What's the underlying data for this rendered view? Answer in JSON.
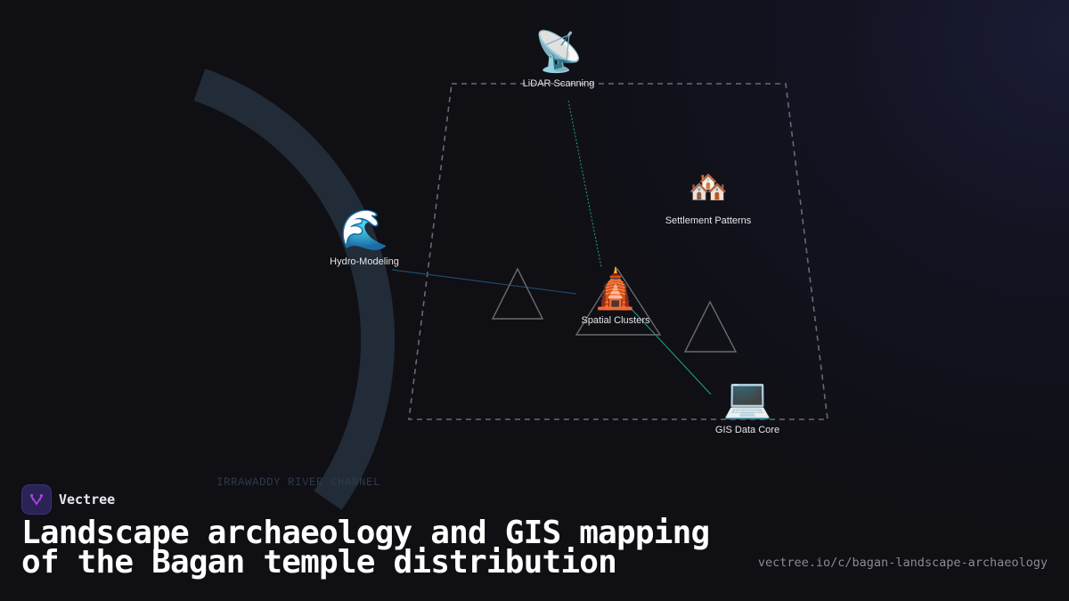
{
  "diagram": {
    "nodes": [
      {
        "id": "lidar",
        "label": "LiDAR Scanning",
        "icon": "satellite-antenna-icon",
        "glyph": "📡"
      },
      {
        "id": "settlement",
        "label": "Settlement Patterns",
        "icon": "houses-icon",
        "glyph": "🏘️"
      },
      {
        "id": "hydro",
        "label": "Hydro-Modeling",
        "icon": "water-wave-icon",
        "glyph": "🌊"
      },
      {
        "id": "spatial",
        "label": "Spatial Clusters",
        "icon": "temple-icon",
        "glyph": "🛕"
      },
      {
        "id": "gis",
        "label": "GIS Data Core",
        "icon": "laptop-icon",
        "glyph": "💻"
      }
    ],
    "edges": [
      {
        "from": "lidar",
        "to": "spatial",
        "style": "dotted",
        "color": "#1fa58a"
      },
      {
        "from": "hydro",
        "to": "spatial",
        "style": "solid",
        "color": "#1e4a6a"
      },
      {
        "from": "spatial",
        "to": "gis",
        "style": "solid",
        "color": "#1fa58a"
      }
    ],
    "river_label": "IRRAWADDY RIVER CHANNEL",
    "colors": {
      "background": "#0f0f14",
      "river": "#222c38",
      "boundary": "#6a6a72",
      "triangle": "#6a6a6e",
      "accent_teal": "#1fa58a"
    }
  },
  "footer": {
    "brand": "Vectree",
    "title_line1": "Landscape archaeology and GIS mapping",
    "title_line2": "of the Bagan temple distribution",
    "url": "vectree.io/c/bagan-landscape-archaeology"
  }
}
